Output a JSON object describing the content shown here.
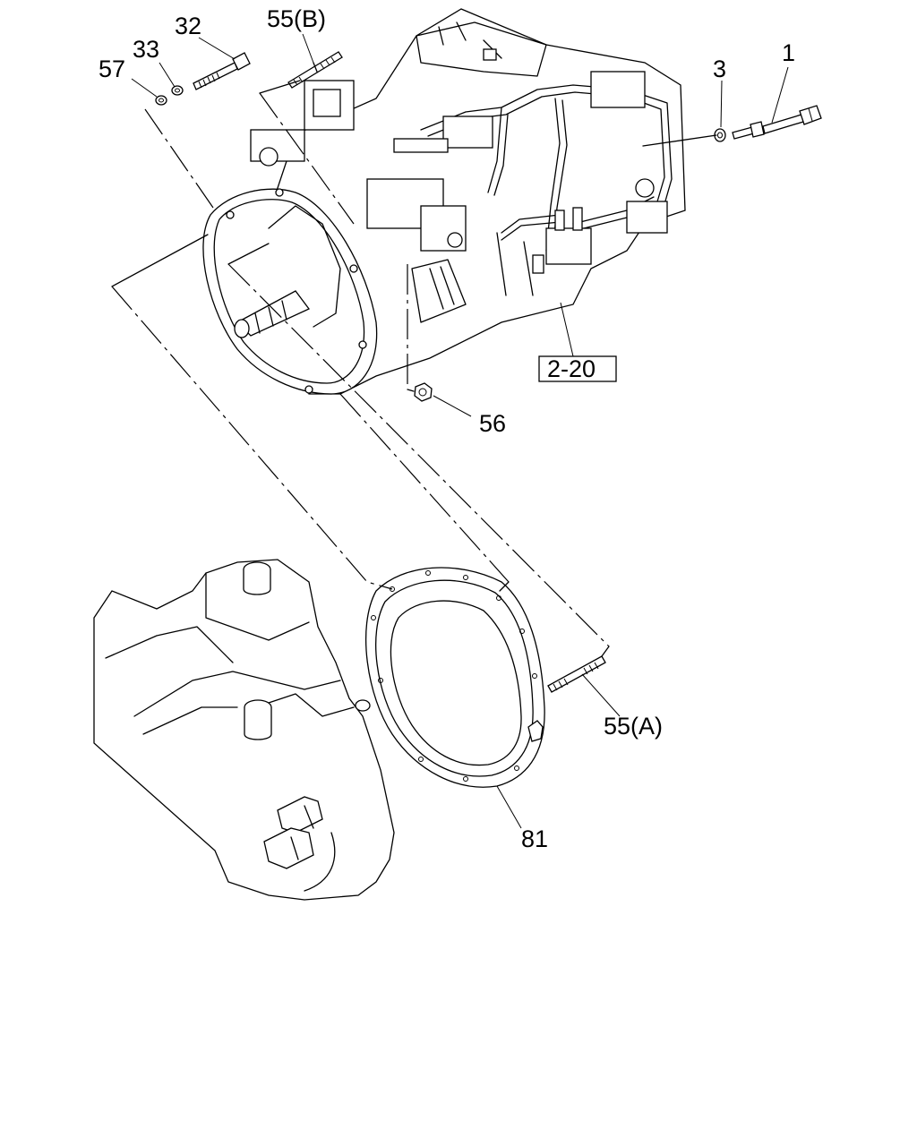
{
  "callouts": {
    "c57": "57",
    "c33": "33",
    "c32": "32",
    "c55b": "55(B)",
    "c3": "3",
    "c1": "1",
    "c2_20": "2-20",
    "c56": "56",
    "c55a": "55(A)",
    "c81": "81"
  }
}
